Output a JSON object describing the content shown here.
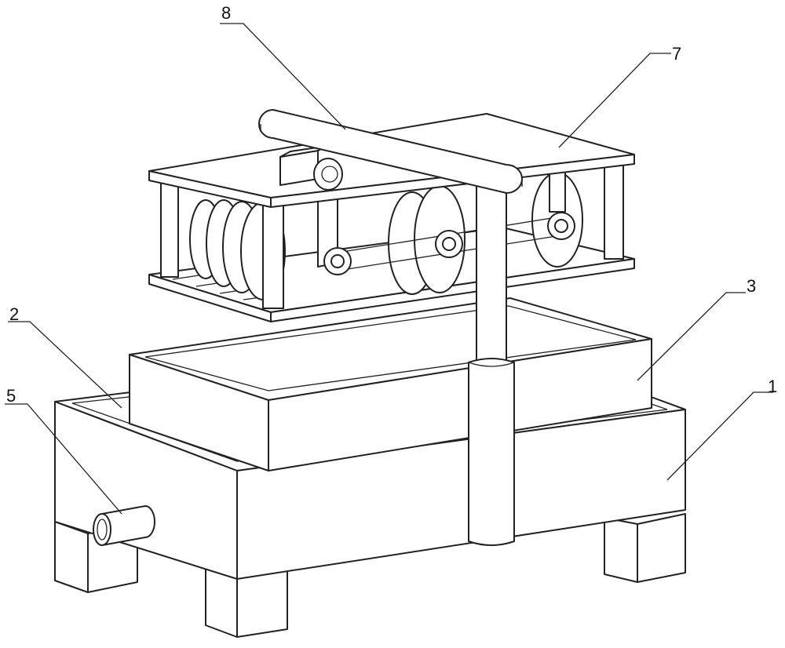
{
  "figure": {
    "labels": [
      {
        "id": "label-1",
        "text": "1"
      },
      {
        "id": "label-2",
        "text": "2"
      },
      {
        "id": "label-3",
        "text": "3"
      },
      {
        "id": "label-5",
        "text": "5"
      },
      {
        "id": "label-7",
        "text": "7"
      },
      {
        "id": "label-8",
        "text": "8"
      }
    ]
  }
}
